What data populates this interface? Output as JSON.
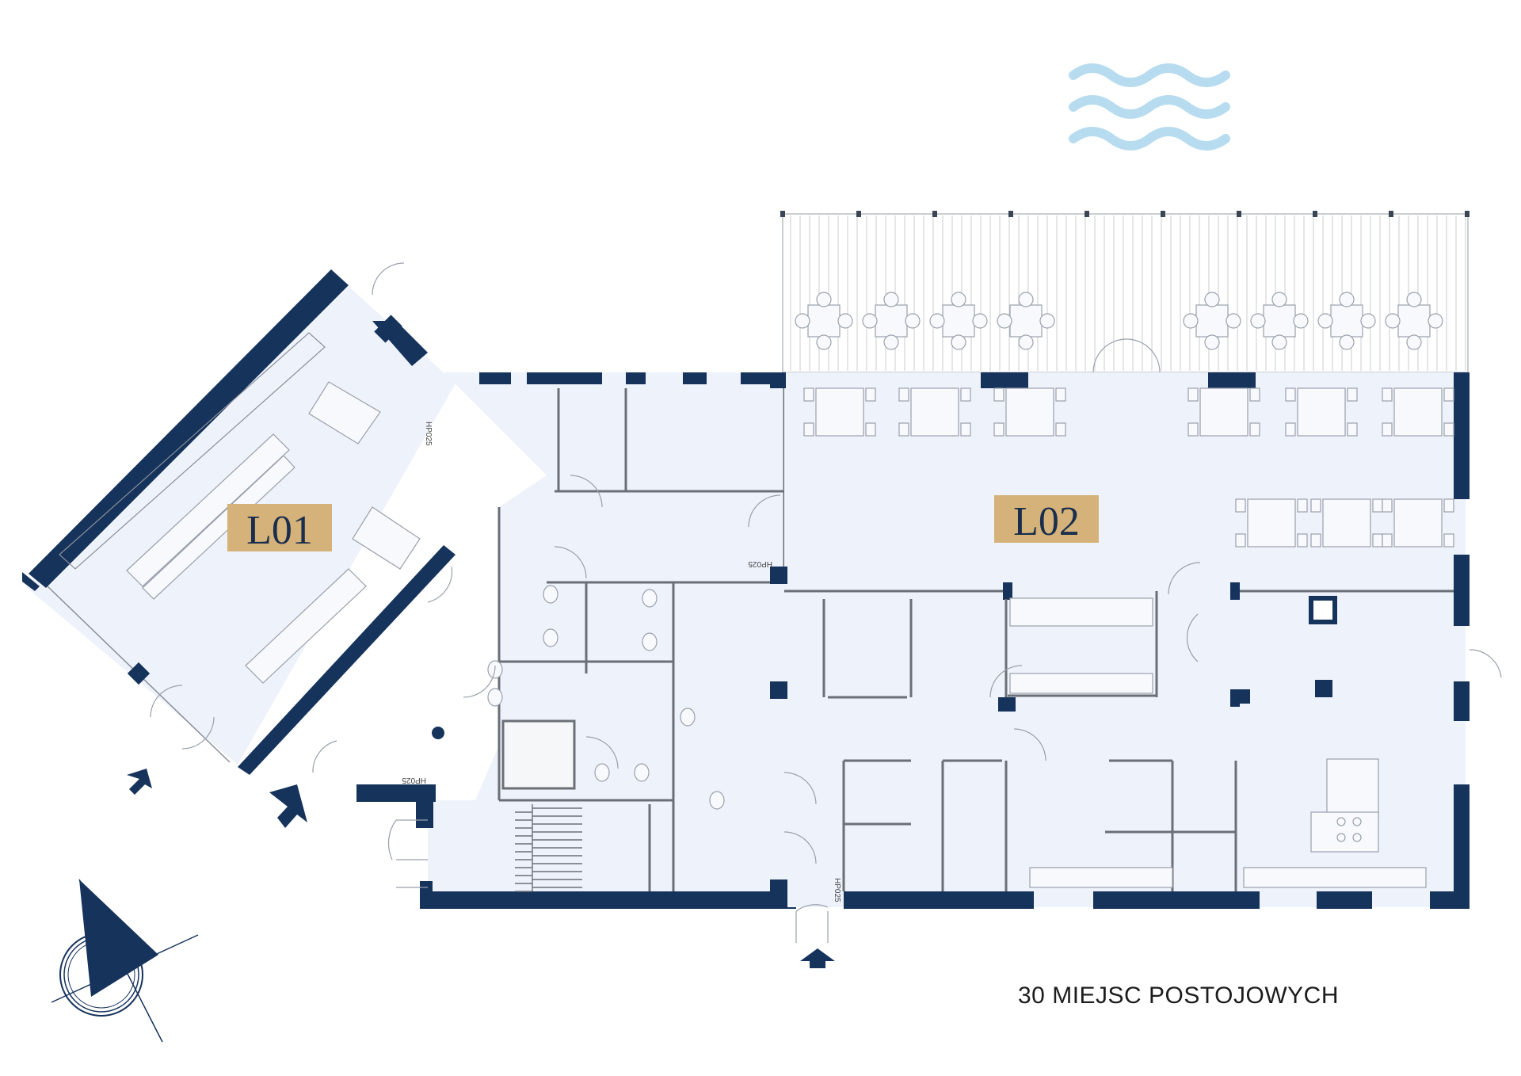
{
  "units": [
    {
      "id": "unit-l01",
      "label": "L01"
    },
    {
      "id": "unit-l02",
      "label": "L02"
    }
  ],
  "caption": "30 MIEJSC POSTOJOWYCH",
  "stair_code": "HP025",
  "colors": {
    "wall": "#16335c",
    "room_fill": "#eef2fb",
    "label_box": "#d4b27a",
    "label_text": "#1b2f4d",
    "water": "#b8dcef",
    "terrace": "#c9ccd2"
  },
  "icons": {
    "water": "water-waves-icon",
    "north": "north-compass-icon",
    "entrance": "entrance-arrow-icon"
  }
}
